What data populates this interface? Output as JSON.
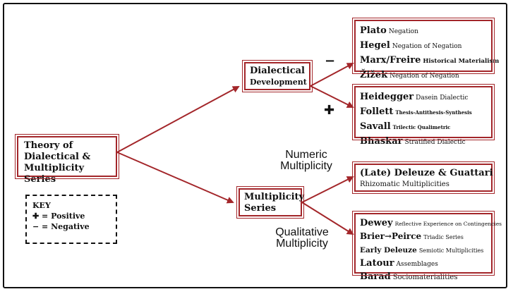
{
  "root": {
    "line1": "Theory of",
    "line2": "Dialectical &",
    "line3": "Multiplicity Series"
  },
  "dialectical": {
    "line1": "Dialectical",
    "line2": "Development"
  },
  "multiplicity": {
    "line1": "Multiplicity",
    "line2": "Series"
  },
  "box_negative": [
    {
      "name": "Plato",
      "desc": "Negation"
    },
    {
      "name": "Hegel",
      "desc": "Negation of Negation"
    },
    {
      "name": "Marx/Freire",
      "desc": "Historical Materialism"
    },
    {
      "name": "Žižek",
      "desc": "Negation of Negation"
    }
  ],
  "box_positive": [
    {
      "name": "Heidegger",
      "desc": "Dasein Dialectic"
    },
    {
      "name": "Follett",
      "desc": "Thesis-Antithesis-Synthesis"
    },
    {
      "name": "Savall",
      "desc": "Trilectic Qualimetric"
    },
    {
      "name": "Bhaskar",
      "desc": "Stratified Dialectic"
    }
  ],
  "box_numeric": {
    "title": "(Late) Deleuze & Guattari",
    "desc": "Rhizomatic Multiplicities"
  },
  "box_qualitative": [
    {
      "name": "Dewey",
      "desc": "Reflective Experience on Contingencies"
    },
    {
      "name": "Brier→Peirce",
      "desc": "Triadic Series"
    },
    {
      "name": "Early Deleuze",
      "desc": "Semiotic Multiplicities"
    },
    {
      "name": "Latour",
      "desc": "Assemblages"
    },
    {
      "name": "Barad",
      "desc": "Sociomaterialities"
    }
  ],
  "labels": {
    "numeric": "Numeric\nMultiplicity",
    "qualitative": "Qualitative\nMultiplicity",
    "minus": "−",
    "plus": "✚"
  },
  "key": {
    "title": "KEY",
    "positive": "✚ = Positive",
    "negative": "− = Negative"
  },
  "colors": {
    "box_border": "#a3262a",
    "arrow": "#a3262a"
  }
}
